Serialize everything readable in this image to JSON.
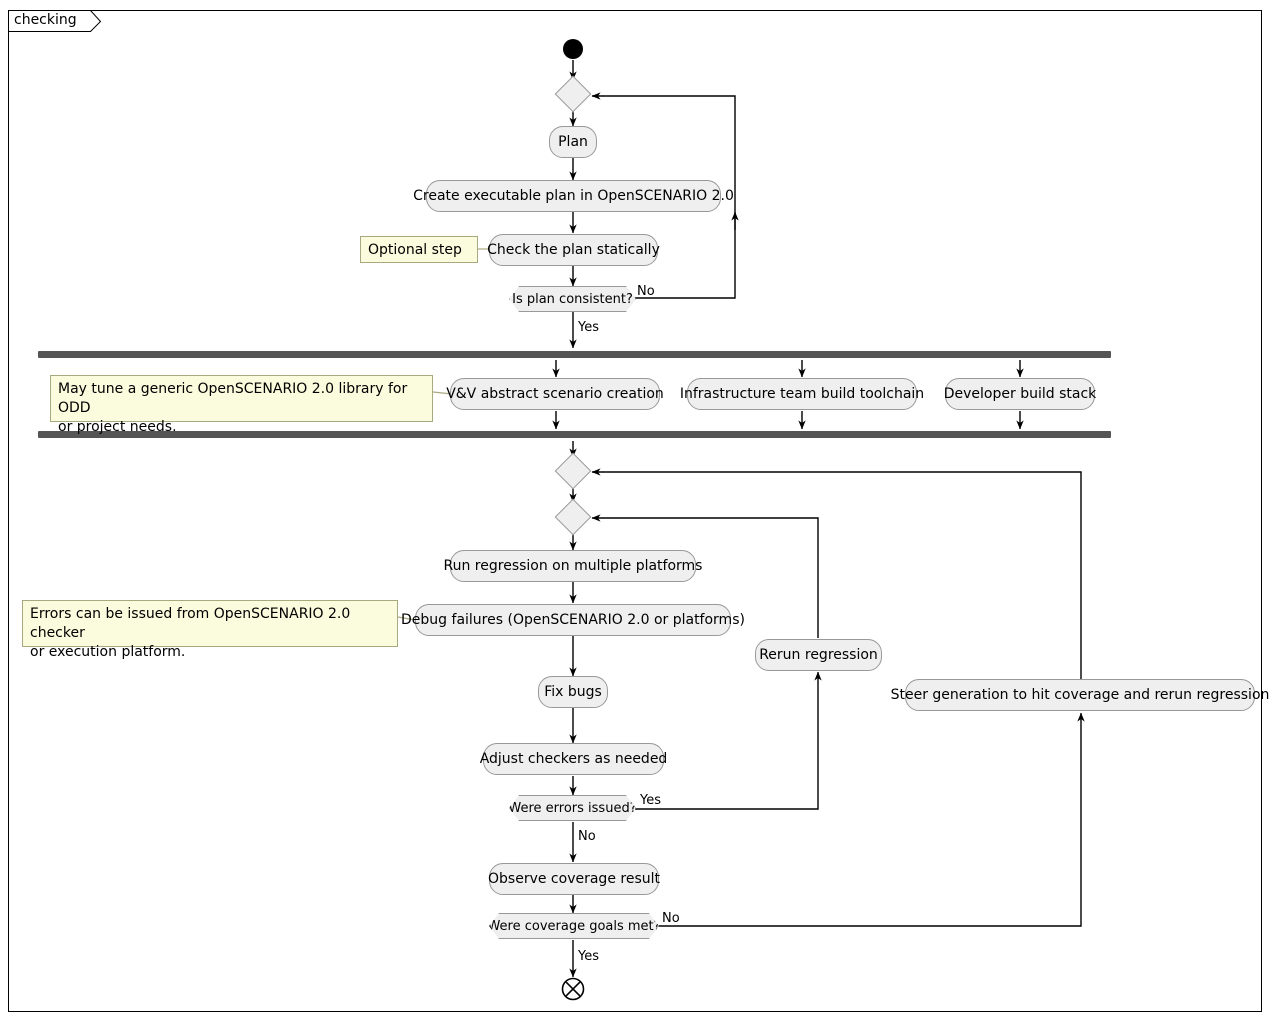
{
  "diagram": {
    "type": "uml-activity-diagram",
    "frame_title": "checking",
    "background": "#ffffff",
    "colors": {
      "activity_fill": "#efefef",
      "activity_border": "#999999",
      "note_fill": "#fbfbdd",
      "note_border": "#a9a980",
      "bar_fill": "#555555",
      "line": "#000000",
      "start_node": "#000000"
    }
  },
  "nodes": {
    "start": {
      "kind": "initial-node"
    },
    "merge_top": {
      "kind": "merge-diamond"
    },
    "plan": {
      "kind": "activity",
      "label": "Plan"
    },
    "create_plan": {
      "kind": "activity",
      "label": "Create executable plan in OpenSCENARIO 2.0"
    },
    "check_static": {
      "kind": "activity",
      "label": "Check the plan statically"
    },
    "is_plan_consistent": {
      "kind": "decision",
      "label": "Is plan consistent?"
    },
    "fork_bar": {
      "kind": "fork-bar"
    },
    "vv_abstract": {
      "kind": "activity",
      "label": "V&V abstract scenario creation"
    },
    "infra_toolchain": {
      "kind": "activity",
      "label": "Infrastructure team build toolchain"
    },
    "dev_stack": {
      "kind": "activity",
      "label": "Developer build stack"
    },
    "join_bar": {
      "kind": "join-bar"
    },
    "merge_coverage": {
      "kind": "merge-diamond"
    },
    "merge_regression": {
      "kind": "merge-diamond"
    },
    "run_regression": {
      "kind": "activity",
      "label": "Run regression on multiple platforms"
    },
    "debug_failures": {
      "kind": "activity",
      "label": "Debug failures (OpenSCENARIO 2.0 or platforms)"
    },
    "rerun_regression": {
      "kind": "activity",
      "label": "Rerun regression"
    },
    "steer_generation": {
      "kind": "activity",
      "label": "Steer generation to hit coverage and rerun regression"
    },
    "fix_bugs": {
      "kind": "activity",
      "label": "Fix bugs"
    },
    "adjust_checkers": {
      "kind": "activity",
      "label": "Adjust checkers as needed"
    },
    "were_errors_issued": {
      "kind": "decision",
      "label": "Were errors issued?"
    },
    "observe_coverage": {
      "kind": "activity",
      "label": "Observe coverage result"
    },
    "were_goals_met": {
      "kind": "decision",
      "label": "Were coverage goals met?"
    },
    "end": {
      "kind": "flow-final-node"
    }
  },
  "notes": [
    {
      "id": "note_optional",
      "lines": [
        "Optional step"
      ],
      "attached_to": "Check the plan statically"
    },
    {
      "id": "note_library",
      "lines": [
        "May tune a generic OpenSCENARIO 2.0 library for ODD",
        "or project needs."
      ],
      "attached_to": "V&V abstract scenario creation"
    },
    {
      "id": "note_errors",
      "lines": [
        "Errors can be issued from OpenSCENARIO 2.0 checker",
        "or execution platform."
      ],
      "attached_to": "Debug failures (OpenSCENARIO 2.0 or platforms)"
    }
  ],
  "edge_labels": {
    "plan_consistent_no": "No",
    "plan_consistent_yes": "Yes",
    "errors_issued_yes": "Yes",
    "errors_issued_no": "No",
    "goals_met_no": "No",
    "goals_met_yes": "Yes"
  }
}
